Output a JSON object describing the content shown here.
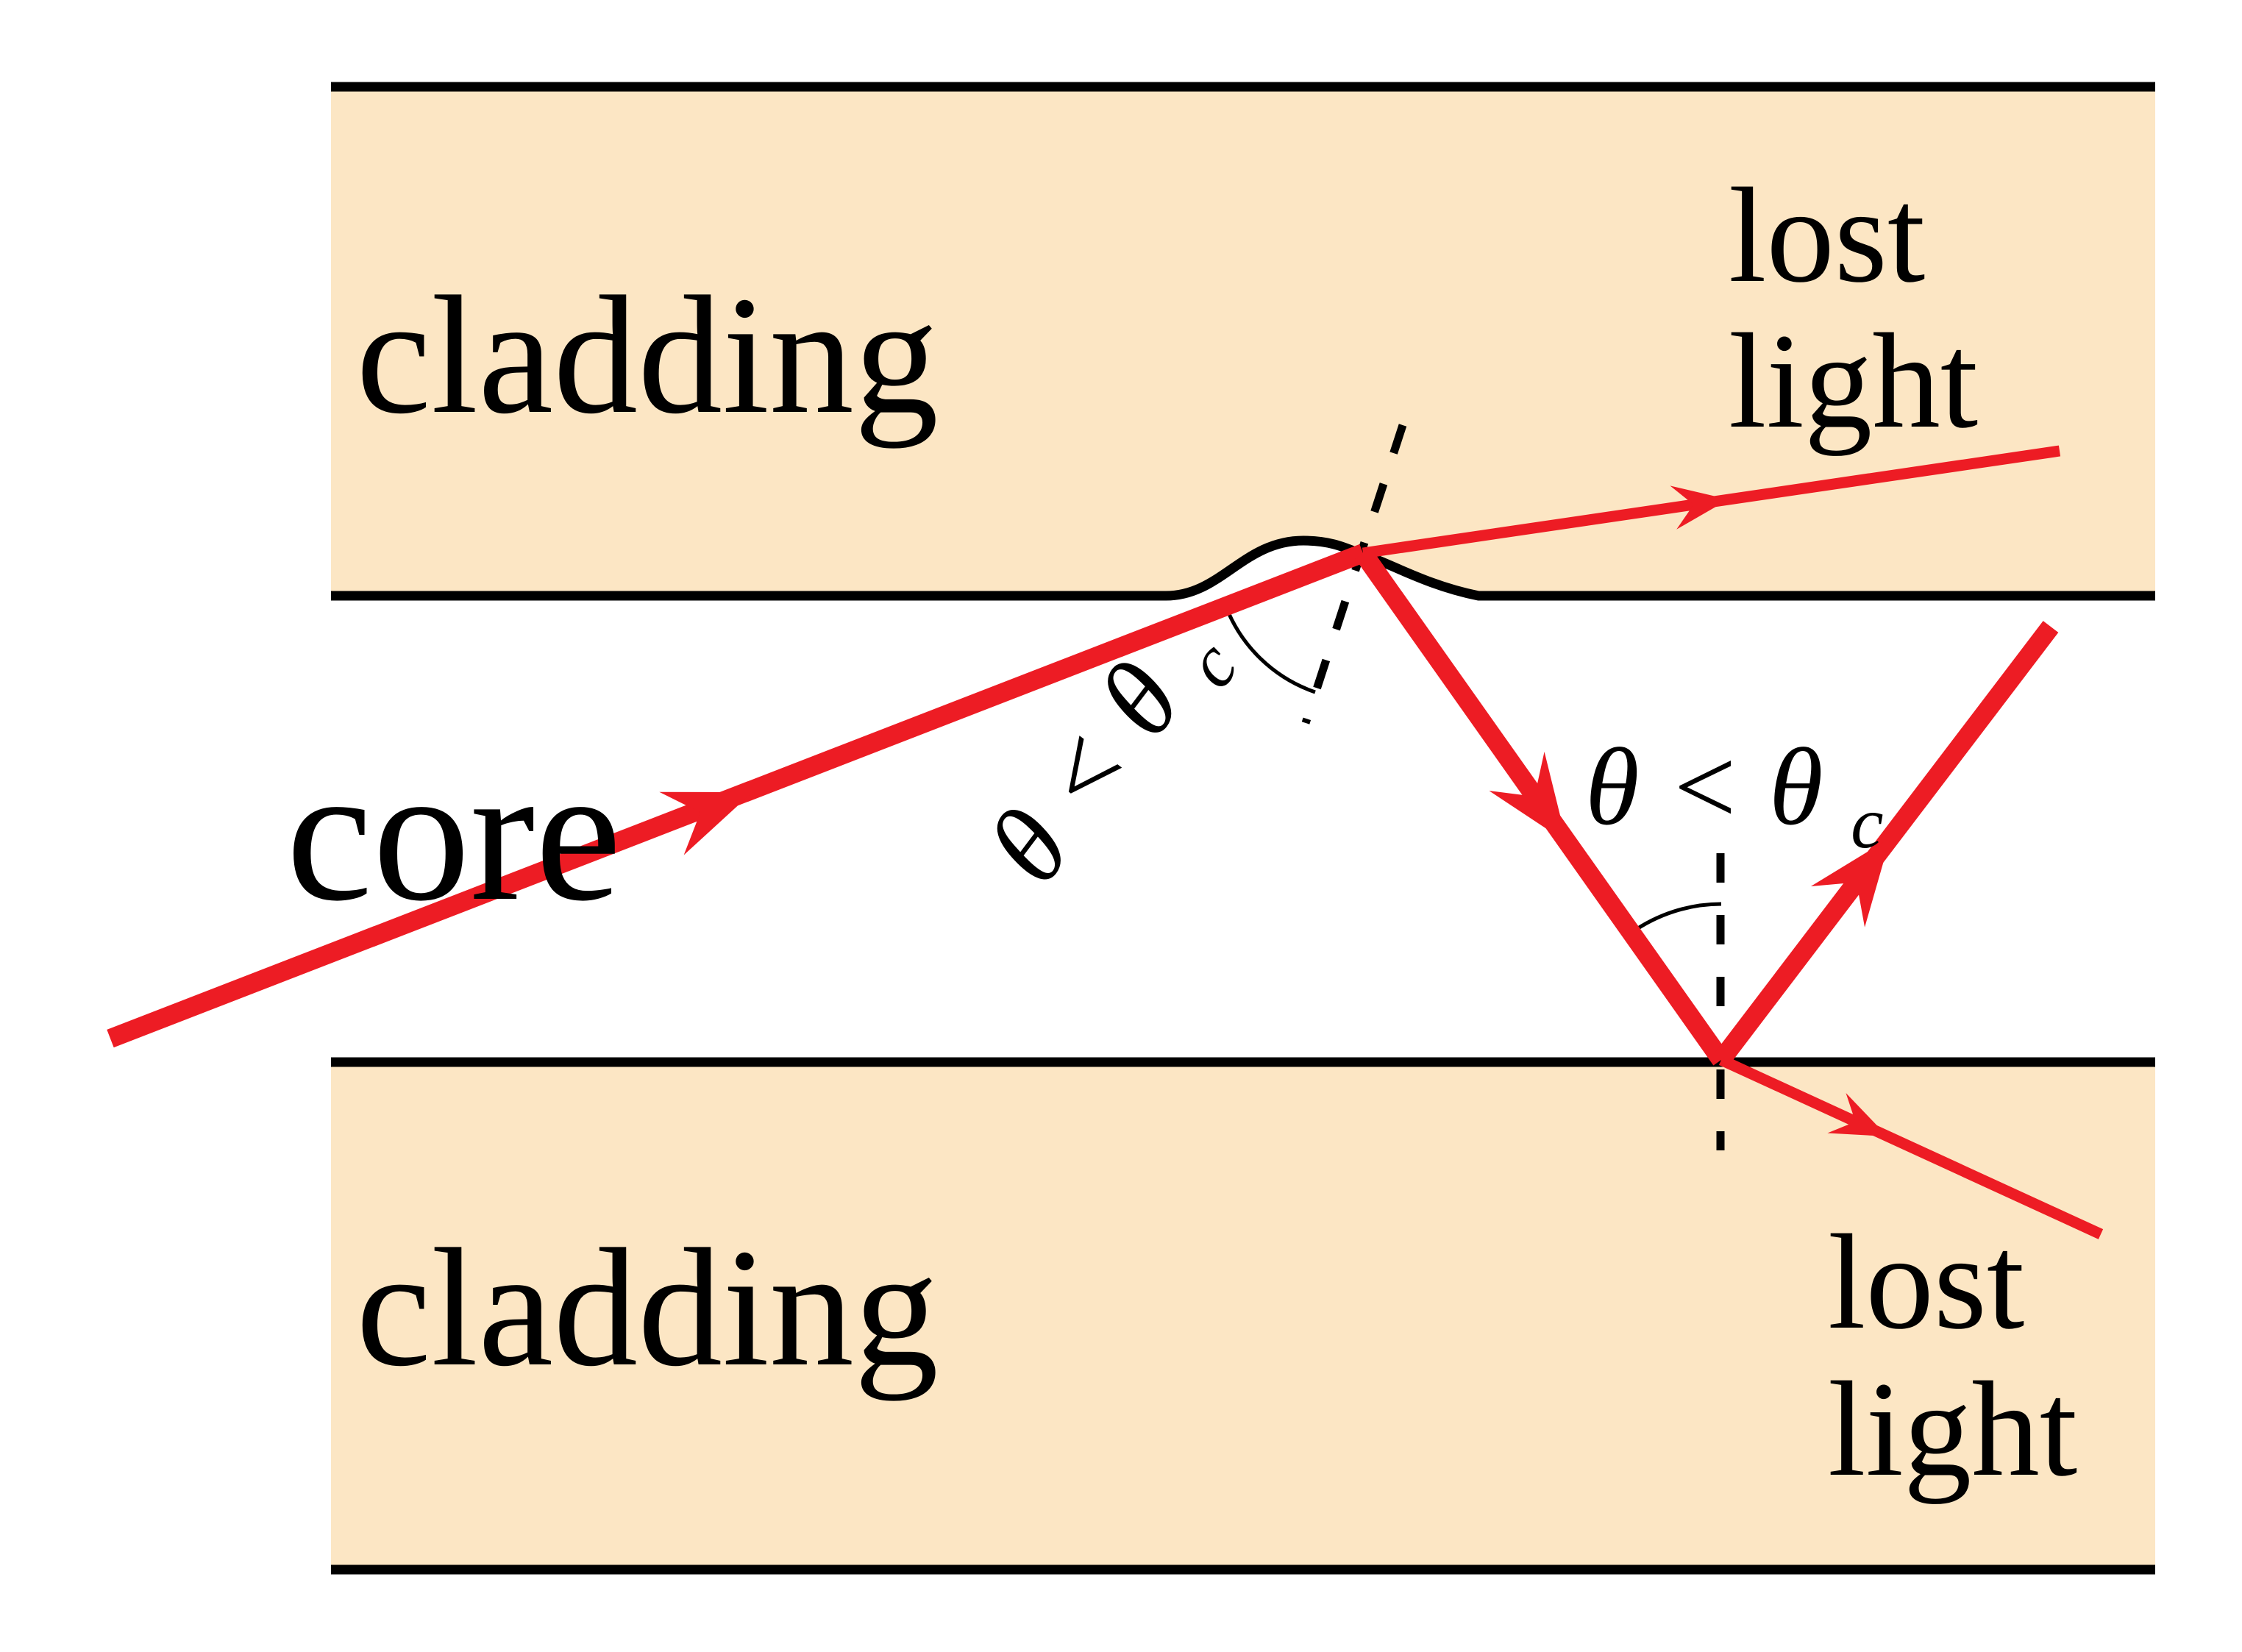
{
  "regions": {
    "cladding_top": {
      "label": "cladding"
    },
    "core": {
      "label": "core"
    },
    "cladding_bottom": {
      "label": "cladding"
    }
  },
  "annotations": {
    "lost_light_top": {
      "line1": "lost",
      "line2": "light"
    },
    "lost_light_bottom": {
      "line1": "lost",
      "line2": "light"
    },
    "angle_at_bump": {
      "expression": "θ < θ",
      "subscript": "c"
    },
    "angle_at_lower_interface": {
      "expression": "θ < θ",
      "subscript": "c"
    }
  },
  "colors": {
    "cladding_fill": "#FCE6C4",
    "ray_red": "#ED1C24",
    "line_black": "#000000"
  }
}
